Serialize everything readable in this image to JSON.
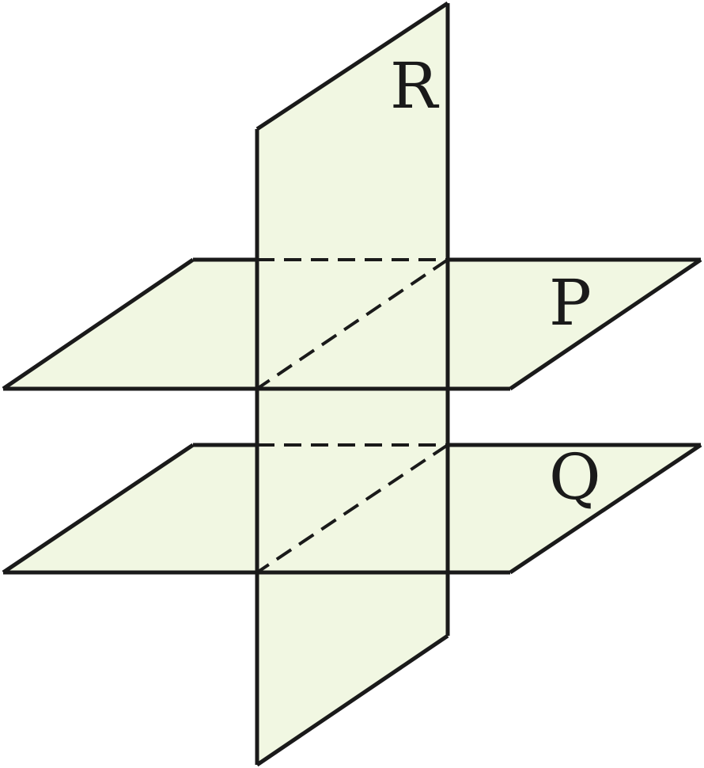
{
  "figure": {
    "fill_color": "#f1f7e2",
    "line_color": "#1a1a1a",
    "planes": [
      {
        "id": "R",
        "label": "R",
        "orientation": "vertical"
      },
      {
        "id": "P",
        "label": "P",
        "orientation": "horizontal-upper"
      },
      {
        "id": "Q",
        "label": "Q",
        "orientation": "horizontal-lower"
      }
    ]
  }
}
